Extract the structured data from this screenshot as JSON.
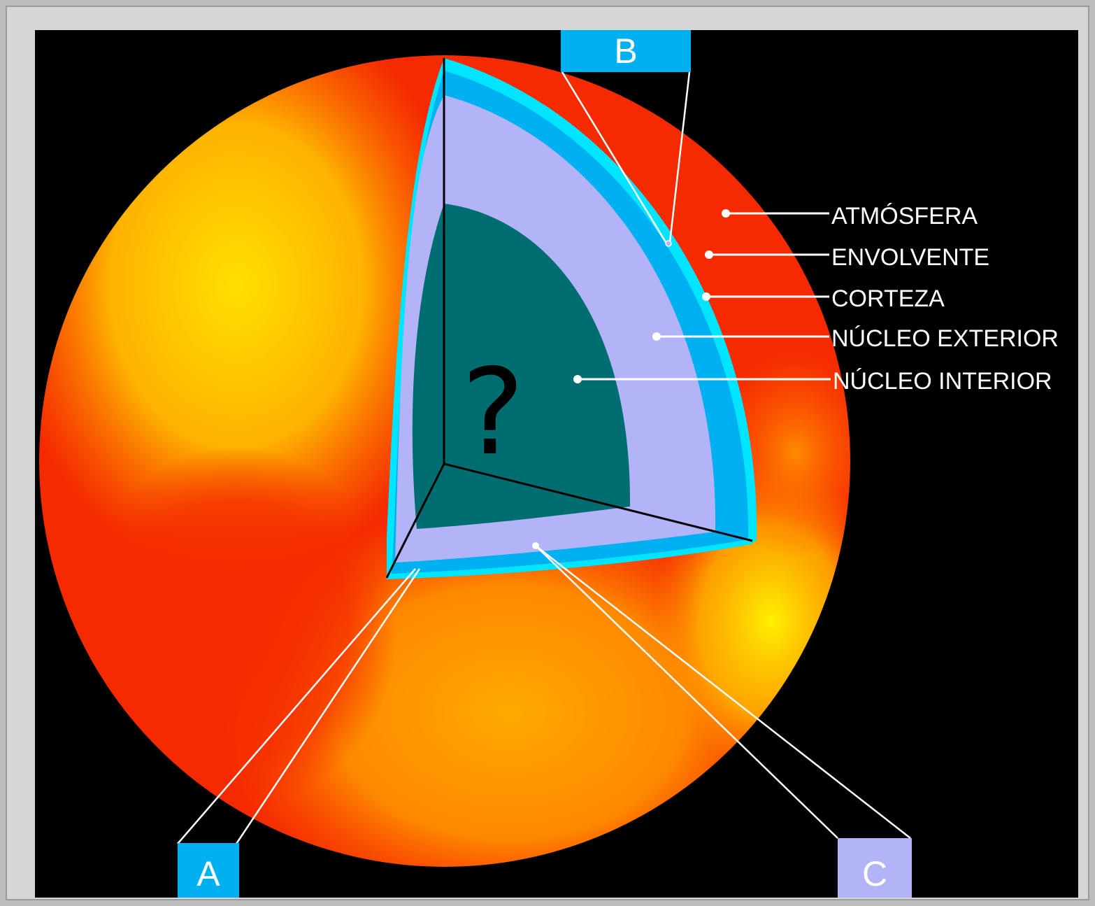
{
  "labels": {
    "atmosphere": "ATMÓSFERA",
    "envelope": "ENVOLVENTE",
    "crust": "CORTEZA",
    "outer_core": "NÚCLEO EXTERIOR",
    "inner_core": "NÚCLEO INTERIOR"
  },
  "boxes": {
    "a": "A",
    "b": "B",
    "c": "C"
  },
  "center_symbol": "?",
  "colors": {
    "background": "#000000",
    "atmosphere_red": "#f52a00",
    "atmosphere_yellow": "#ffd400",
    "envelope": "#00e5ff",
    "crust": "#00b0f0",
    "outer_core": "#b3b3f8",
    "inner_core": "#006e70",
    "box_a": "#00b0f0",
    "box_b": "#00b0f0",
    "box_c": "#b3b3f8"
  }
}
